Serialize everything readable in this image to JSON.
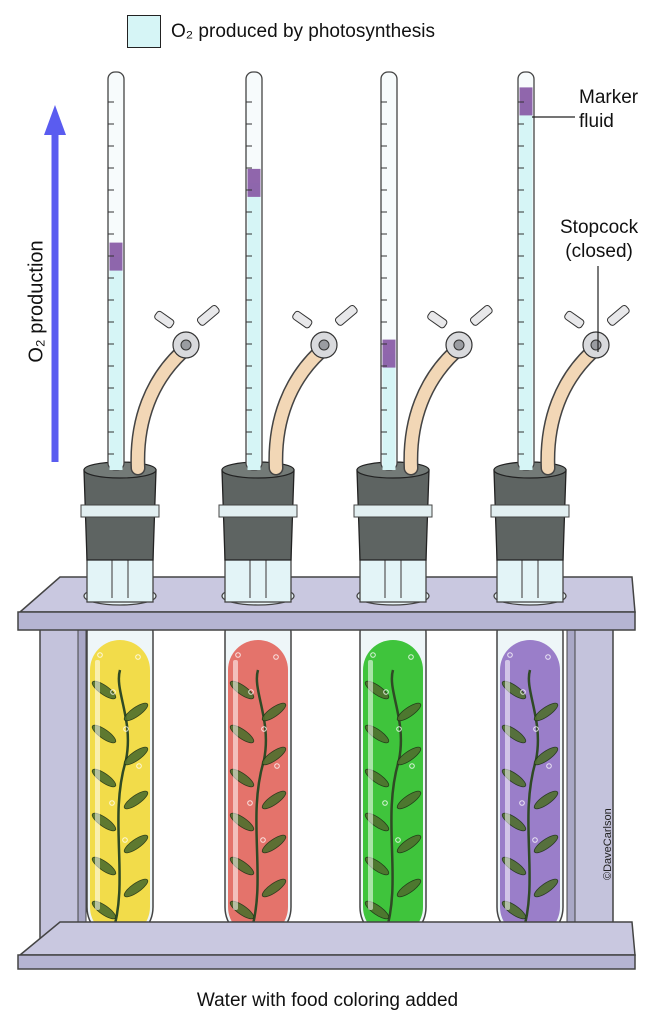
{
  "legend": {
    "text": "O₂ produced by photosynthesis",
    "swatch_color": "#d6f5f6"
  },
  "y_axis": {
    "label": "O₂ production",
    "arrow_color": "#5a5cf0"
  },
  "labels": {
    "marker_fluid": [
      "Marker",
      "fluid"
    ],
    "stopcock": [
      "Stopcock",
      "(closed)"
    ],
    "caption": "Water with food coloring added",
    "credit": "©DaveCarlson"
  },
  "tubes": [
    {
      "color_name": "yellow",
      "water_color": "#f2dc4a",
      "o2_level": 0.55
    },
    {
      "color_name": "red",
      "water_color": "#e4736b",
      "o2_level": 0.74
    },
    {
      "color_name": "green",
      "water_color": "#3fc43c",
      "o2_level": 0.3
    },
    {
      "color_name": "purple",
      "water_color": "#9a7ec9",
      "o2_level": 0.95
    }
  ],
  "colors": {
    "marker": "#8a5ea8",
    "stopper": "#5e6462",
    "rack": "#c9c8e0",
    "hose": "#f2d7b6"
  }
}
